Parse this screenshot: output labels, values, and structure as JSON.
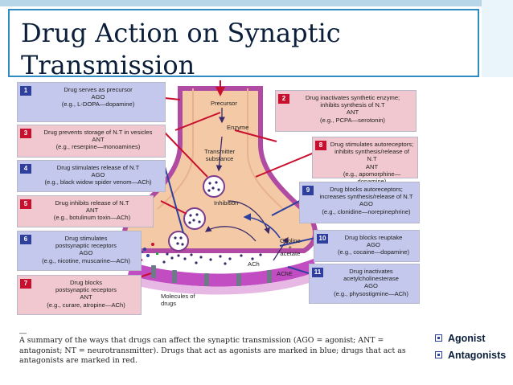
{
  "slide": {
    "title": "Drug Action on Synaptic Transmission"
  },
  "boxes": [
    {
      "num": "1",
      "color": "blue",
      "text": "Drug serves as precursor\nAGO\n(e.g., L-DOPA—dopamine)"
    },
    {
      "num": "2",
      "color": "red",
      "text": "Drug inactivates synthetic enzyme;\ninhibits synthesis of N.T\nANT\n(e.g., PCPA—serotonin)"
    },
    {
      "num": "3",
      "color": "red",
      "text": "Drug prevents storage of N.T in vesicles\nANT\n(e.g., reserpine—monoamines)"
    },
    {
      "num": "8",
      "color": "red",
      "text": "Drug stimulates autoreceptors;\ninhibits synthesis/release of N.T\nANT\n(e.g., apomorphine—dopamine)"
    },
    {
      "num": "4",
      "color": "blue",
      "text": "Drug stimulates release of N.T\nAGO\n(e.g., black widow spider venom—ACh)"
    },
    {
      "num": "9",
      "color": "blue",
      "text": "Drug blocks autoreceptors;\nincreases synthesis/release of N.T\nAGO\n(e.g., clonidine—norepinephrine)"
    },
    {
      "num": "5",
      "color": "red",
      "text": "Drug inhibits release of N.T\nANT\n(e.g., botulinum toxin—ACh)"
    },
    {
      "num": "10",
      "color": "blue",
      "text": "Drug blocks reuptake\nAGO\n(e.g., cocaine—dopamine)"
    },
    {
      "num": "6",
      "color": "blue",
      "text": "Drug stimulates\npostsynaptic receptors\nAGO\n(e.g., nicotine, muscarine—ACh)"
    },
    {
      "num": "11",
      "color": "blue",
      "text": "Drug inactivates\nacetylcholinesterase\nAGO\n(e.g., physostigmine—ACh)"
    },
    {
      "num": "7",
      "color": "red",
      "text": "Drug blocks\npostsynaptic receptors\nANT\n(e.g., curare, atropine—ACh)"
    }
  ],
  "labels": {
    "precursor": "Precursor",
    "enzyme": "Enzyme",
    "transmitter": "Transmitter\nsubstance",
    "inhibition": "Inhibition",
    "choline": "Choline\n+\nacetate",
    "ach": "ACh",
    "ache": "AChE",
    "molecules": "Molecules of\ndrugs"
  },
  "caption": {
    "dash": "—",
    "text": "A summary of the ways that drugs can affect the synaptic transmission (AGO = agonist; ANT = antagonist; NT = neurotransmitter). Drugs that act as agonists are marked in blue; drugs that act as antagonists are marked in red."
  },
  "legend": {
    "items": [
      "Agonist",
      "Antagonists"
    ]
  },
  "colors": {
    "agonist": "#2f3f9e",
    "antagonist": "#c8102e",
    "agonist_box": "#c3c8ec",
    "antagonist_box": "#f1c8cf",
    "terminal": "#f4c9a6",
    "terminal_edge": "#b14aa3",
    "membrane": "#c24dc2"
  }
}
